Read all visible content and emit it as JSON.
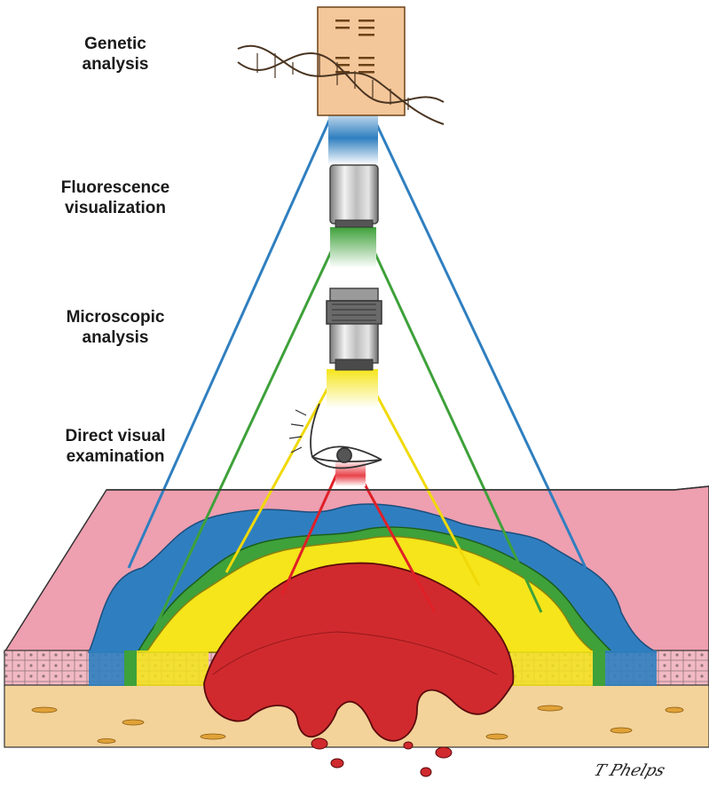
{
  "labels": {
    "genetic": [
      "Genetic",
      "analysis"
    ],
    "fluorescence": [
      "Fluorescence",
      "visualization"
    ],
    "microscopic": [
      "Microscopic",
      "analysis"
    ],
    "direct": [
      "Direct visual",
      "examination"
    ]
  },
  "signature": "T Phelps",
  "colors": {
    "genetic": "#2f7fc0",
    "fluorescence": "#3ea13a",
    "microscopic": "#f5e51a",
    "direct": "#e02027",
    "normal_tissue": "#ee9fb0",
    "stroma": "#f3d39a",
    "tumor": "#d02a2e",
    "gel": "#f4c79a"
  }
}
